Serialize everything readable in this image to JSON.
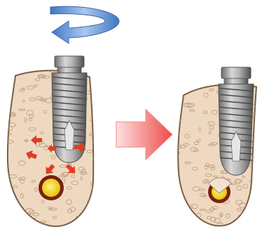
{
  "diagram": {
    "layout": "left-to-right",
    "panels": [
      {
        "id": "before",
        "objects": [
          "rotation-arrow",
          "bone-cross-section",
          "implant",
          "force-arrows",
          "nerve-canal"
        ],
        "force_arrow_count": 6
      },
      {
        "id": "after",
        "objects": [
          "bone-cross-section",
          "implant-deeper",
          "nerve-canal-compressed"
        ]
      }
    ],
    "transition": "right-arrow",
    "colors": {
      "bone_fill": "#eed9c0",
      "bone_outline": "#7a5d44",
      "trabeculae": "#b99a7c",
      "implant_light": "#c9c9c9",
      "implant_dark": "#5b5b5b",
      "rotation_arrow": "#5b8fd3",
      "force_arrow": "#e23c24",
      "transition_arrow": "#f26a6a",
      "nerve_fill": "#f3d000",
      "nerve_ring": "#7a1f10"
    },
    "icons": [
      "rotation-arrow-icon",
      "transition-arrow-icon",
      "force-arrow-icon"
    ]
  }
}
